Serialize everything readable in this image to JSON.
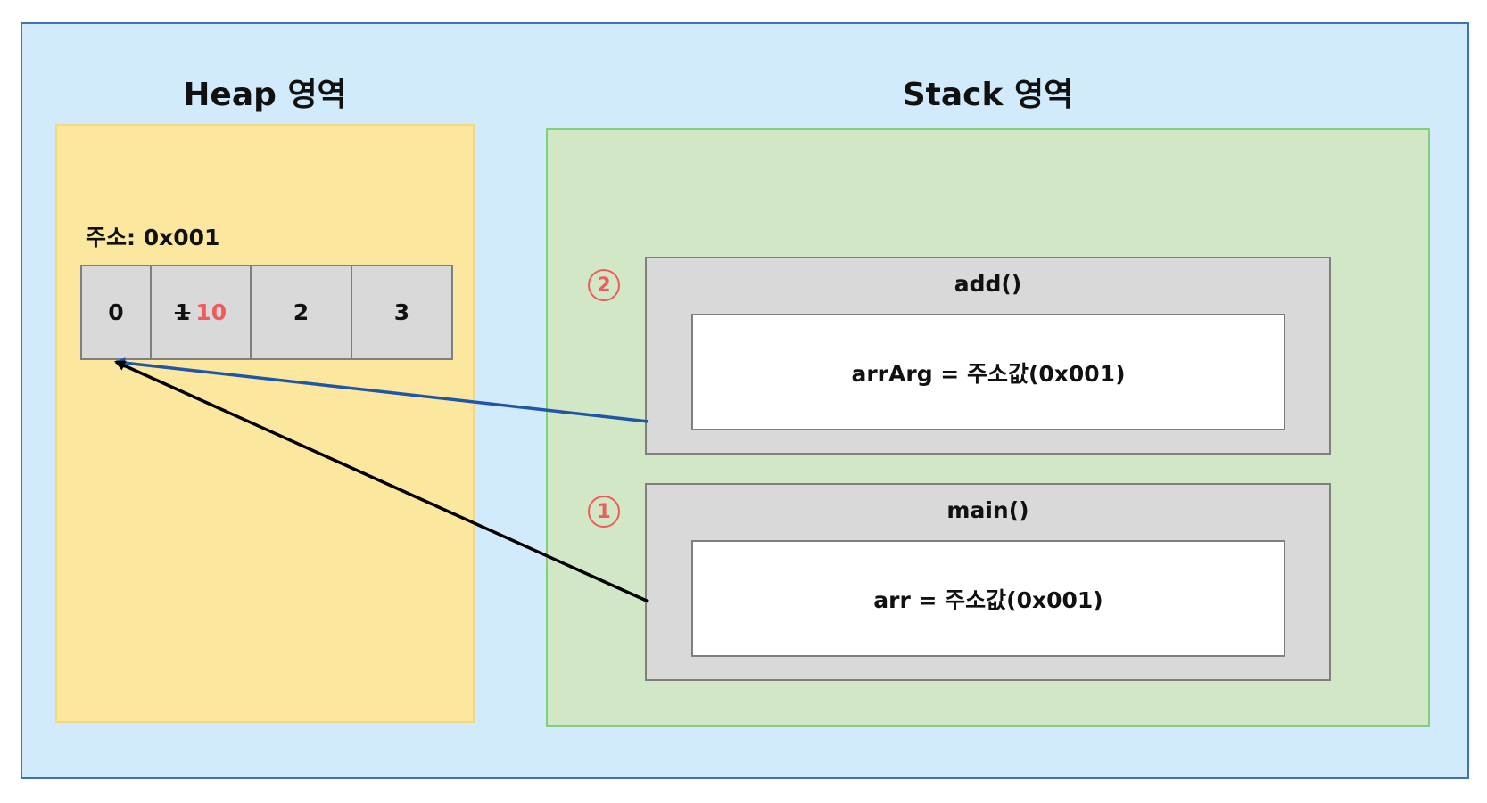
{
  "heap": {
    "title": "Heap 영역",
    "address_label": "주소: 0x001",
    "cells": [
      {
        "value": "0"
      },
      {
        "old_value": "1",
        "new_value": "10"
      },
      {
        "value": "2"
      },
      {
        "value": "3"
      }
    ]
  },
  "stack": {
    "title": "Stack 영역",
    "frames": [
      {
        "marker": "2",
        "name": "add()",
        "variable": "arrArg = 주소값(0x001)"
      },
      {
        "marker": "1",
        "name": "main()",
        "variable": "arr = 주소값(0x001)"
      }
    ]
  },
  "colors": {
    "outer_bg": "#d1ebfc",
    "heap_bg": "#fce79f",
    "stack_bg": "#d2e7c6",
    "highlight_red": "#ef5b5b",
    "arrow_blue": "#1f56a6",
    "arrow_black": "#000000"
  }
}
